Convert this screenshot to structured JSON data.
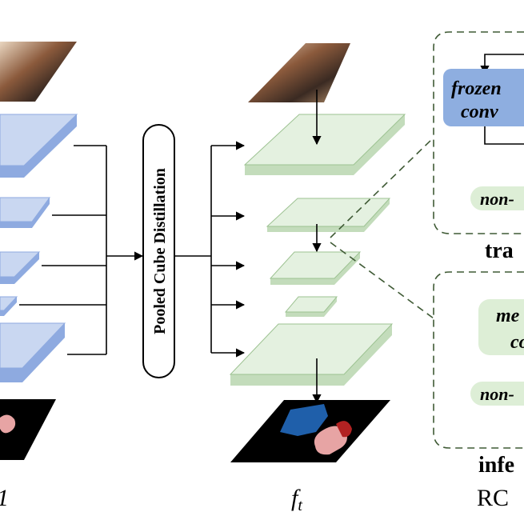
{
  "bottleneck": {
    "label": "Pooled Cube Distillation"
  },
  "student": {
    "caption_main": "f",
    "caption_sub": "t"
  },
  "left": {
    "caption_fragment": "1"
  },
  "train_panel": {
    "frozen_line1": "frozen",
    "frozen_line2": "conv",
    "nonlinear_fragment": "non-",
    "section_fragment": "tra"
  },
  "infer_panel": {
    "merged_line1": "me",
    "merged_line2": "co",
    "nonlinear_fragment": "non-",
    "section_fragment": "infe"
  },
  "bottom_right": {
    "caption_fragment": "RC"
  },
  "colors": {
    "blue_face": "#c9d7f1",
    "blue_side": "#8eaae0",
    "green_face": "#e4f1e0",
    "green_side": "#c3dcbb",
    "frozen_box": "#8eaee0",
    "pill_green": "#ddeed6",
    "dash": "#3f5a35"
  }
}
